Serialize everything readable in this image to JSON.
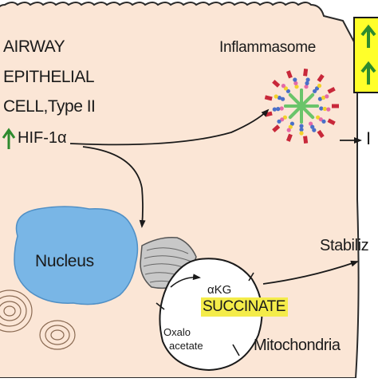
{
  "labels": {
    "cell_line1": "AIRWAY",
    "cell_line2": "EPITHELIAL",
    "cell_line3": "CELL,Type II",
    "hif": "HIF-1α",
    "inflammasome": "Inflammasome",
    "stabilize": "Stabiliz",
    "nucleus": "Nucleus",
    "akg": "αKG",
    "succinate": "SUCCINATE",
    "oxalo_line1": "Oxalo",
    "oxalo_line2": "acetate",
    "mitochondria": "Mitochondria",
    "edge_letter": "I"
  },
  "colors": {
    "cell_fill": "#fbe6d6",
    "cell_border": "#2a2a2a",
    "nucleus_fill": "#79b6e6",
    "nucleus_edge": "#4f8fc5",
    "arrow_green": "#2e8b2e",
    "succinate_highlight": "#f4ec4a",
    "yellow_panel": "#ffff2a",
    "er_fill": "#c8c8c8",
    "inflam_star": "#6ac46a",
    "inflam_red": "#c8283a",
    "inflam_blue": "#4a6fc8",
    "inflam_yellow": "#f2d22a",
    "inflam_pink": "#e46aa8"
  },
  "icons": {
    "up_arrow": "up-arrow-icon",
    "inflammasome": "inflammasome-complex-icon",
    "vesicle": "spiral-vesicle-icon"
  }
}
